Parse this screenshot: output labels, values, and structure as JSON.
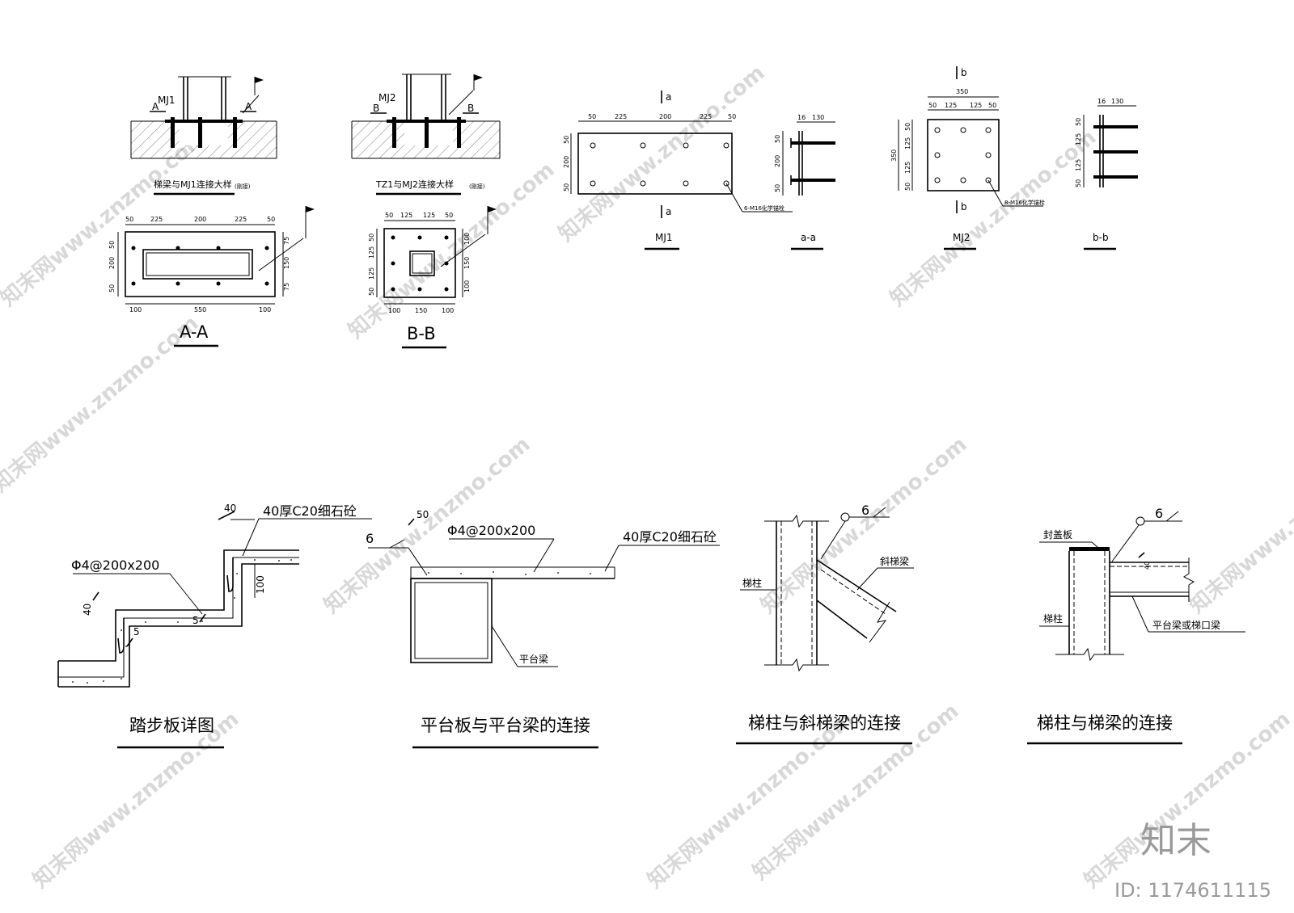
{
  "watermark": {
    "text": "知末网www.znzmo.com"
  },
  "brand": {
    "name": "知末",
    "id_text": "ID: 1174611115"
  },
  "detail_mj1": {
    "title": "梯梁与MJ1连接大样",
    "note": "(刚接)",
    "plate_label": "MJ1",
    "cut_left": "A",
    "cut_right": "A"
  },
  "section_aa": {
    "title": "A-A",
    "dims_top": [
      "50",
      "225",
      "200",
      "225",
      "50"
    ],
    "dims_bottom": [
      "100",
      "550",
      "100"
    ],
    "dims_left": [
      "50",
      "200",
      "50"
    ],
    "dims_right": [
      "75",
      "150",
      "75"
    ]
  },
  "detail_mj2": {
    "title": "TZ1与MJ2连接大样",
    "note": "(刚接)",
    "plate_label": "MJ2",
    "cut_left": "B",
    "cut_right": "B"
  },
  "section_bb": {
    "title": "B-B",
    "dims_top": [
      "50",
      "125",
      "125",
      "50"
    ],
    "dims_bottom": [
      "100",
      "150",
      "100"
    ],
    "dims_left": [
      "50",
      "125",
      "125",
      "50"
    ],
    "dims_right": [
      "100",
      "150",
      "100"
    ]
  },
  "plate_mj1": {
    "title": "MJ1",
    "cut_mark": "a",
    "bolt_note": "6-M16化学锚栓",
    "dims_top": [
      "50",
      "225",
      "200",
      "225",
      "50"
    ],
    "dims_left": [
      "50",
      "200",
      "50"
    ]
  },
  "section_a": {
    "title": "a-a",
    "dims": [
      "16",
      "130"
    ],
    "dims_left": [
      "50",
      "200",
      "50"
    ]
  },
  "plate_mj2": {
    "title": "MJ2",
    "cut_mark": "b",
    "bolt_note": "8-M16化学锚栓",
    "dim_total": "350",
    "dims_top": [
      "50",
      "125",
      "125",
      "50"
    ],
    "dims_left": [
      "50",
      "125",
      "125",
      "50"
    ],
    "dim_left_total": "350"
  },
  "section_b": {
    "title": "b-b",
    "dims": [
      "16",
      "130"
    ],
    "dims_left": [
      "50",
      "125",
      "125",
      "50"
    ]
  },
  "stair_step": {
    "title": "踏步板详图",
    "rebar": "Φ4@200x200",
    "topping": "40厚C20细石砼",
    "dim_40_top": "40",
    "dim_40_left": "40",
    "dim_100": "100",
    "dim_5a": "5",
    "dim_5b": "5"
  },
  "platform": {
    "title": "平台板与平台梁的连接",
    "rebar": "Φ4@200x200",
    "topping": "40厚C20细石砼",
    "dim_50": "50",
    "weld": "6",
    "beam": "平台梁"
  },
  "column_slant": {
    "title": "梯柱与斜梯梁的连接",
    "weld": "6",
    "column": "梯柱",
    "beam": "斜梯梁"
  },
  "column_beam": {
    "title": "梯柱与梯梁的连接",
    "weld": "6",
    "cap": "封盖板",
    "column": "梯柱",
    "beam": "平台梁或梯口梁",
    "dim_40": "40"
  }
}
